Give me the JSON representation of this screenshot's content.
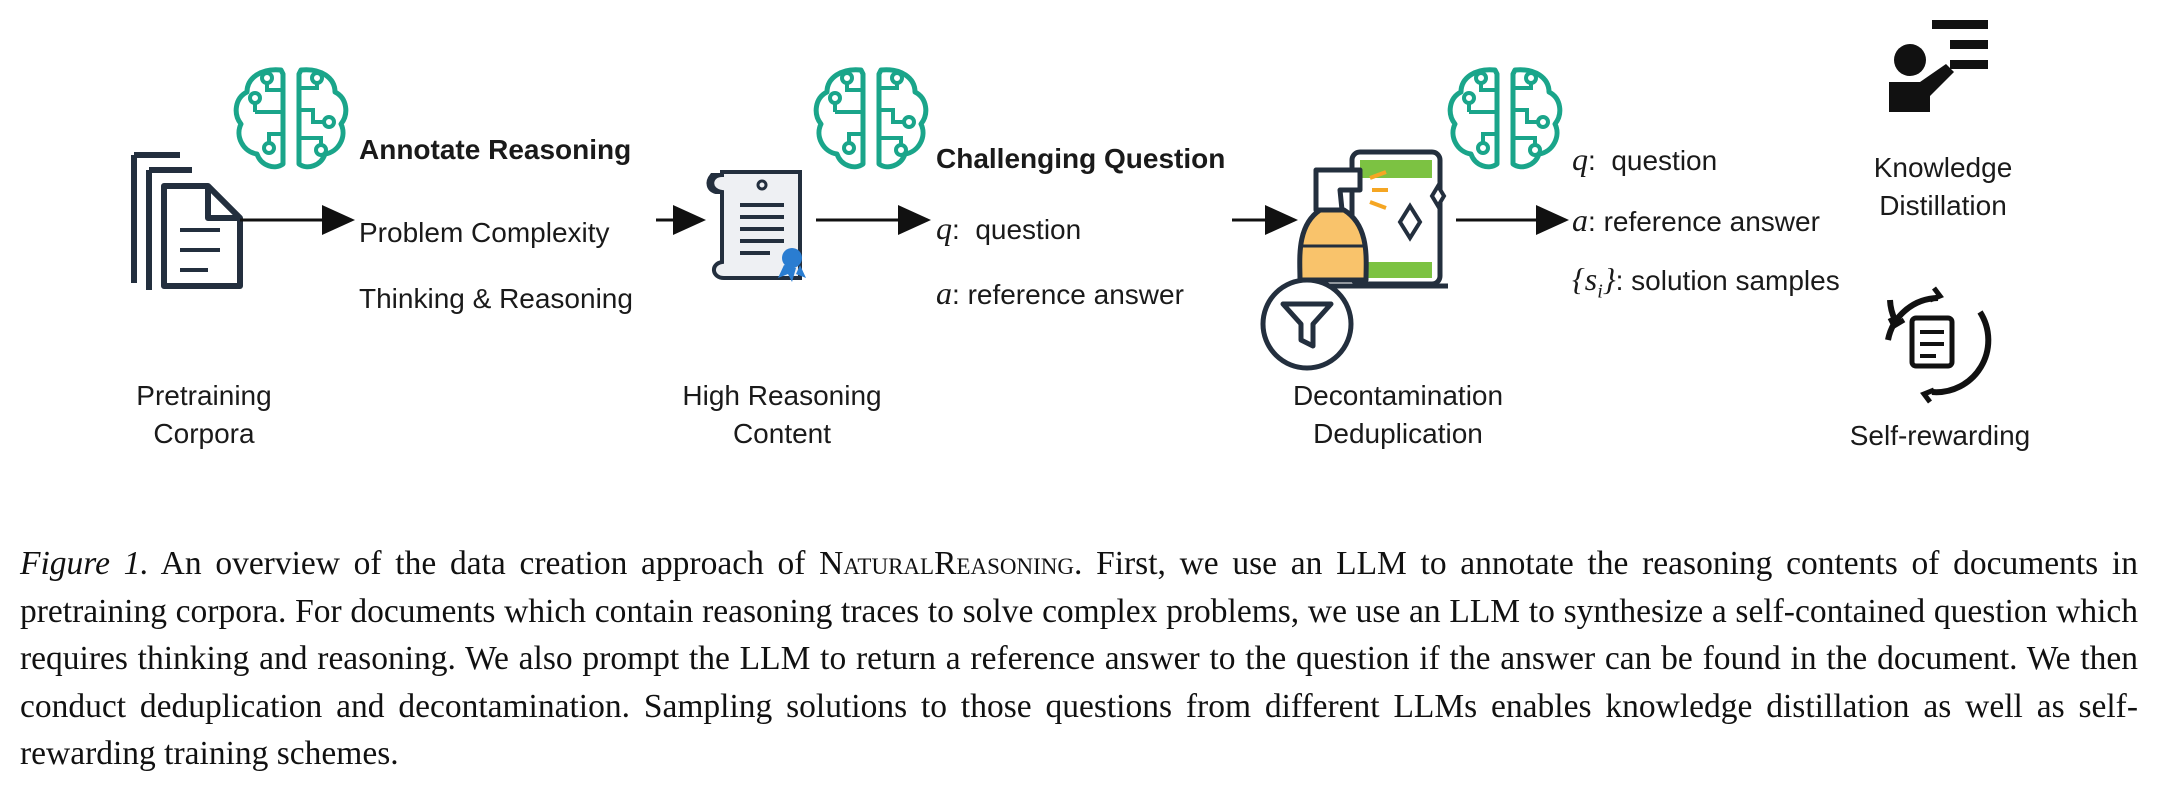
{
  "stages": {
    "pretraining": {
      "line1": "Pretraining",
      "line2": "Corpora"
    },
    "high_reasoning": {
      "line1": "High Reasoning",
      "line2": "Content"
    },
    "decontamination": {
      "line1": "Decontamination",
      "line2": "Deduplication"
    }
  },
  "annotate": {
    "title": "Annotate Reasoning",
    "item1": "Problem Complexity",
    "item2": "Thinking & Reasoning"
  },
  "challenging": {
    "title": "Challenging Question",
    "q_symbol": "q",
    "q_text": "question",
    "a_symbol": "a",
    "a_text": "reference answer"
  },
  "output": {
    "q_symbol": "q",
    "q_text": "question",
    "a_symbol": "a",
    "a_text": "reference answer",
    "s_symbol": "{s",
    "s_sub": "i",
    "s_close": "}",
    "s_text": "solution samples"
  },
  "uses": {
    "kd_line1": "Knowledge",
    "kd_line2": "Distillation",
    "self_rewarding": "Self-rewarding"
  },
  "colors": {
    "brain": "#1aa58a",
    "dark": "#232f3e",
    "orange": "#f5a623",
    "green": "#7cc242",
    "blue": "#2a7dd1"
  },
  "icons": {
    "brain_1": "brain-icon",
    "brain_2": "brain-icon",
    "brain_3": "brain-icon",
    "documents": "documents-icon",
    "certificate": "certificate-icon",
    "spray": "spray-cleaner-icon",
    "funnel": "funnel-icon",
    "teacher": "teacher-icon",
    "cycle": "refresh-document-icon"
  },
  "caption": {
    "fig_label": "Figure 1.",
    "part1": "An overview of the data creation approach of",
    "name": "NaturalReasoning",
    "part2": ". First, we use an LLM to annotate the reasoning contents of documents in pretraining corpora. For documents which contain reasoning traces to solve complex problems, we use an LLM to synthesize a self-contained question which requires thinking and reasoning. We also prompt the LLM to return a reference answer to the question if the answer can be found in the document. We then conduct deduplication and decontamination. Sampling solutions to those questions from different LLMs enables knowledge distillation as well as self-rewarding training schemes."
  }
}
